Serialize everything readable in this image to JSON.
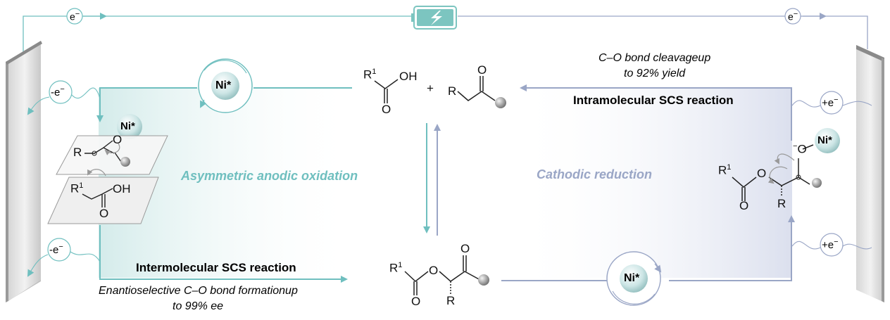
{
  "electron_minus": "e",
  "minus_e": "-e",
  "plus_e": "+e",
  "ni_label": "Ni*",
  "cleavage": {
    "line1": "C–O bond cleavageup",
    "line2": "to 92% yield"
  },
  "intra_title": "Intramolecular SCS reaction",
  "inter_title": "Intermolecular SCS reaction",
  "formation": {
    "line1": "Enantioselective C–O bond formationup",
    "line2": "to 99% ee"
  },
  "anodic": "Asymmetric anodic oxidation",
  "cathodic": "Cathodic reduction",
  "chem": {
    "R": "R",
    "sup1": "1",
    "OH": "OH",
    "O": "O",
    "plus": "+"
  },
  "colors": {
    "teal": "#6fbfbf",
    "lavender": "#9aa6c6",
    "battery": "#7cc5c0"
  },
  "icons": [
    "battery-icon",
    "lightning-icon",
    "electrode-plate",
    "ni-catalyst-icon",
    "cycle-arrow-icon"
  ]
}
